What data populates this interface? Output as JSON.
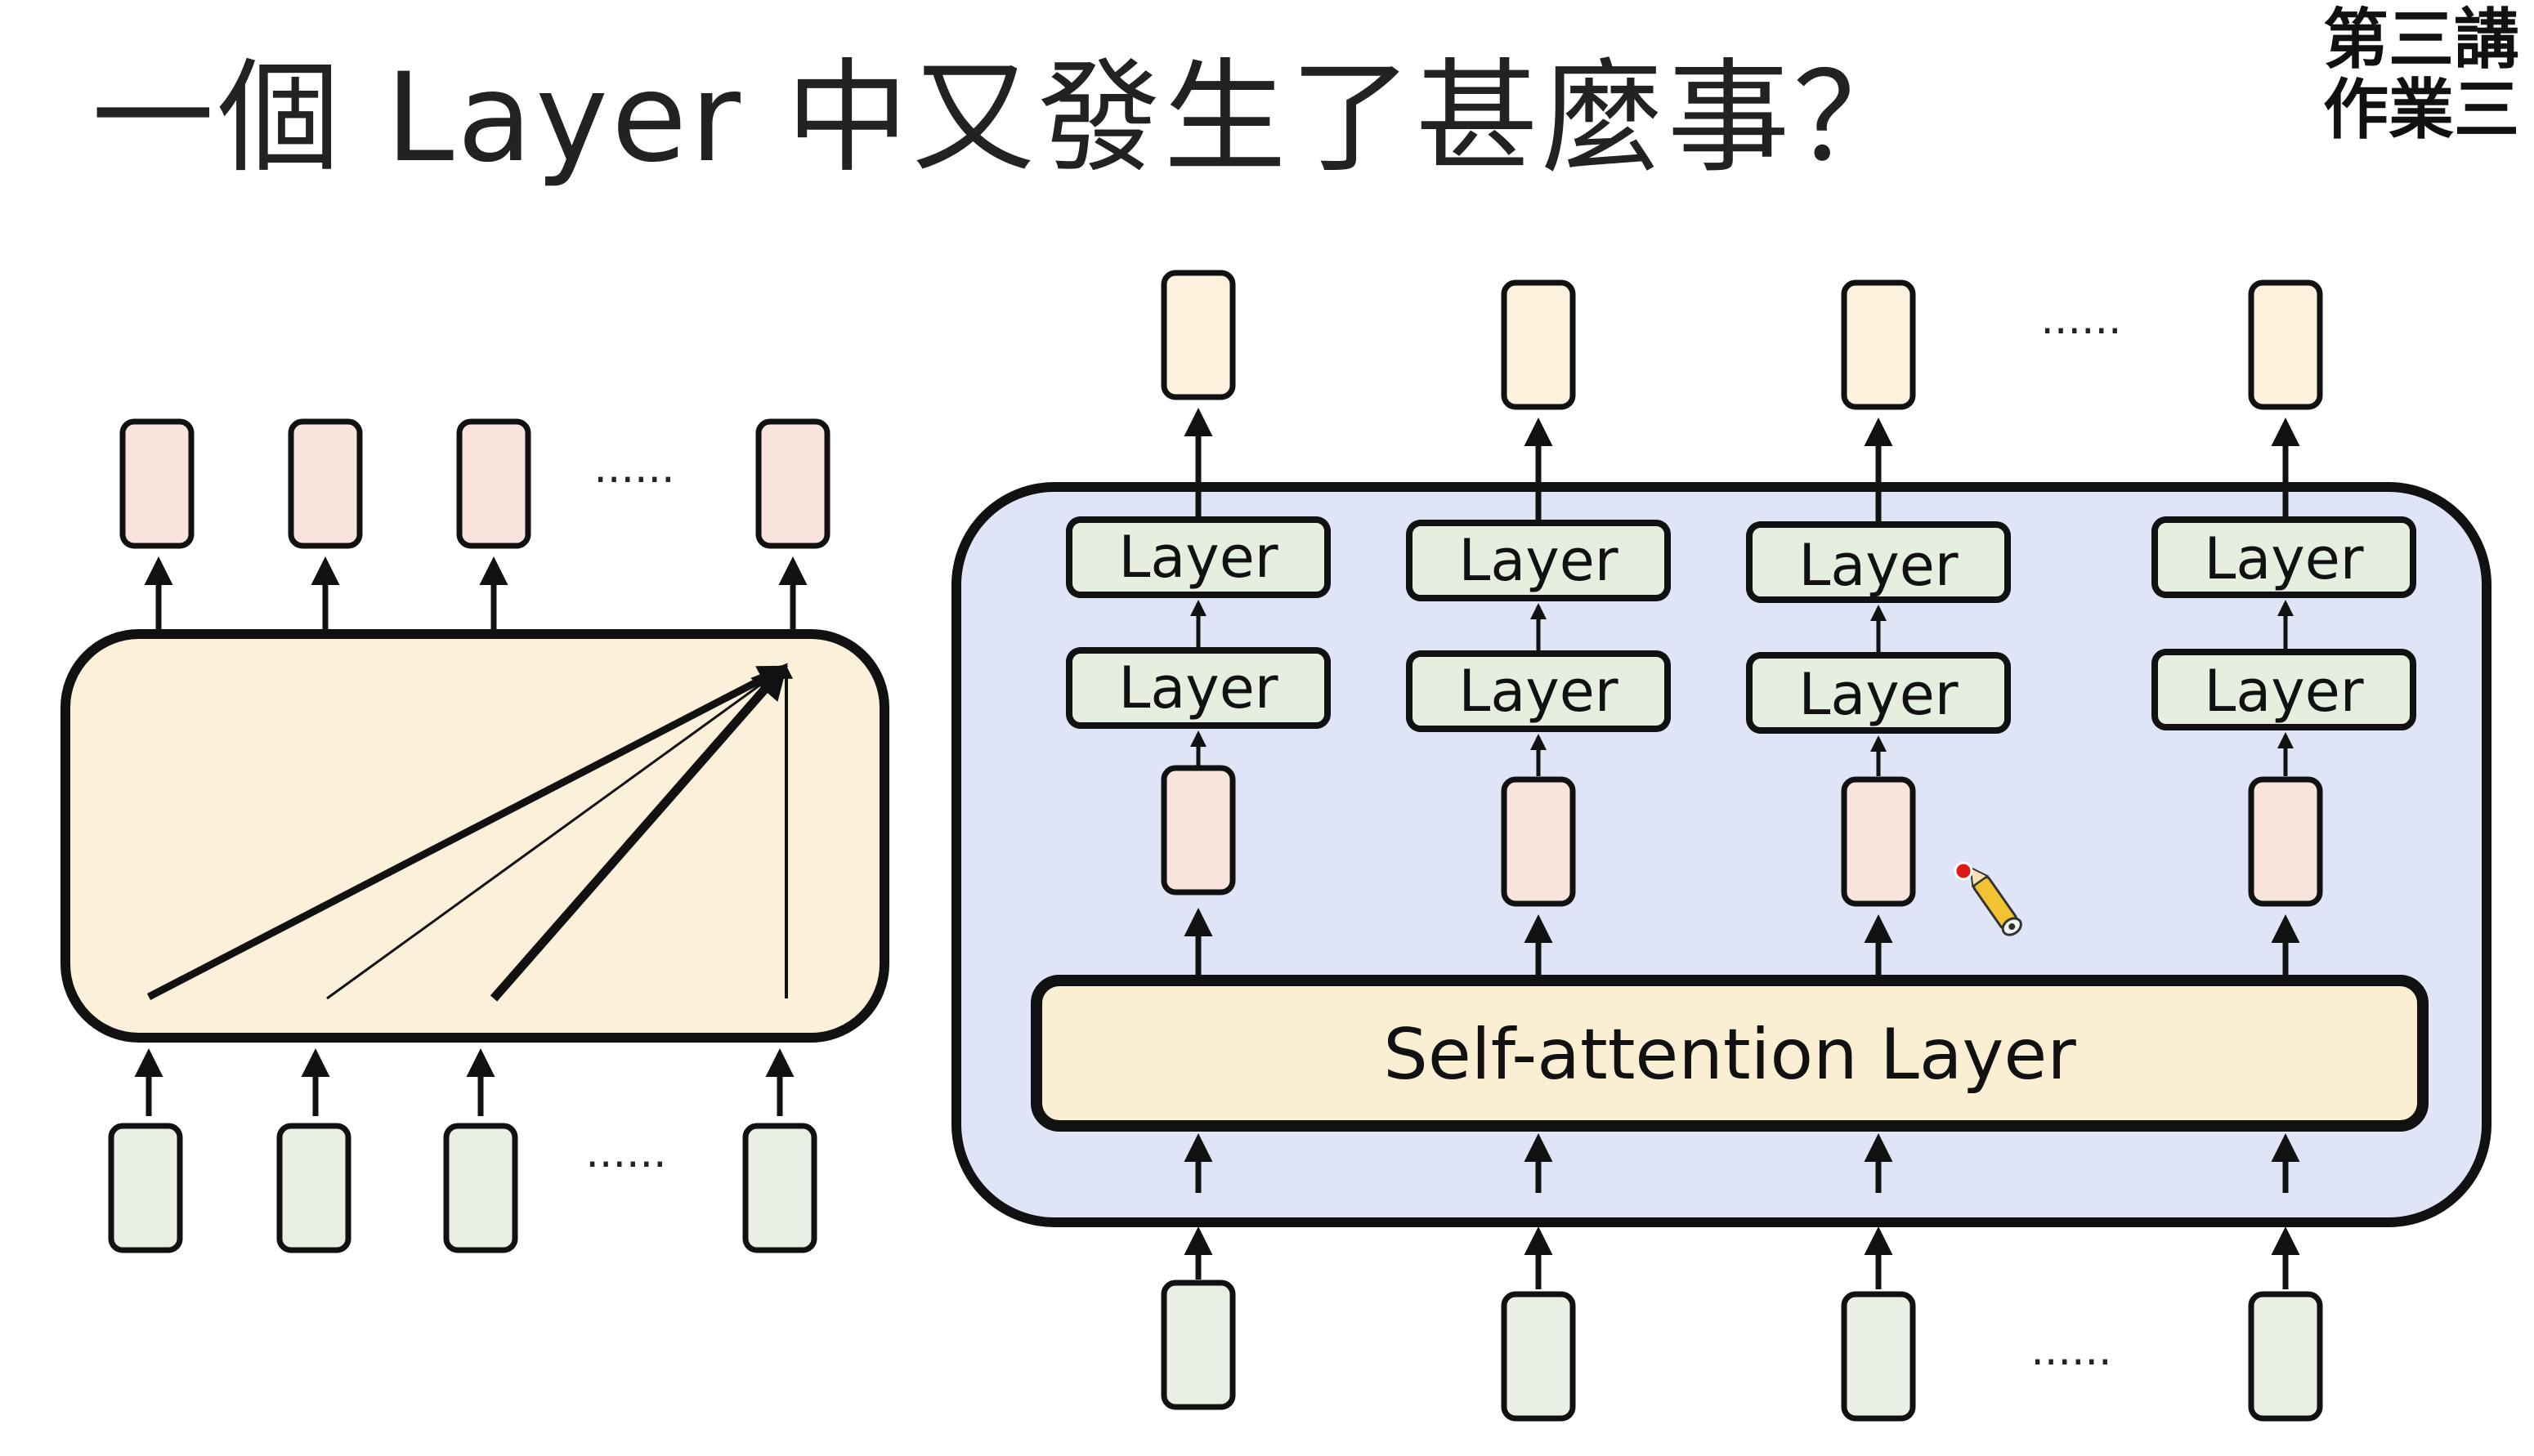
{
  "title": "一個 Layer 中又發生了甚麼事？",
  "corner": {
    "line1": "第三講",
    "line2": "作業三"
  },
  "diagram": {
    "ellipsis": "......",
    "layer_label": "Layer",
    "self_attention_label": "Self-attention Layer",
    "colors": {
      "output_token": "#fbf1dc",
      "hidden_token": "#f8e4dc",
      "input_token": "#e9eee3",
      "layer_box": "#e6eedf",
      "attention_box": "#fbefd3",
      "outer_block": "#dfe5f6",
      "left_block": "#fbf0da",
      "stroke": "#111111",
      "pointer_red": "#e01818",
      "pointer_yellow": "#f1c232"
    }
  }
}
